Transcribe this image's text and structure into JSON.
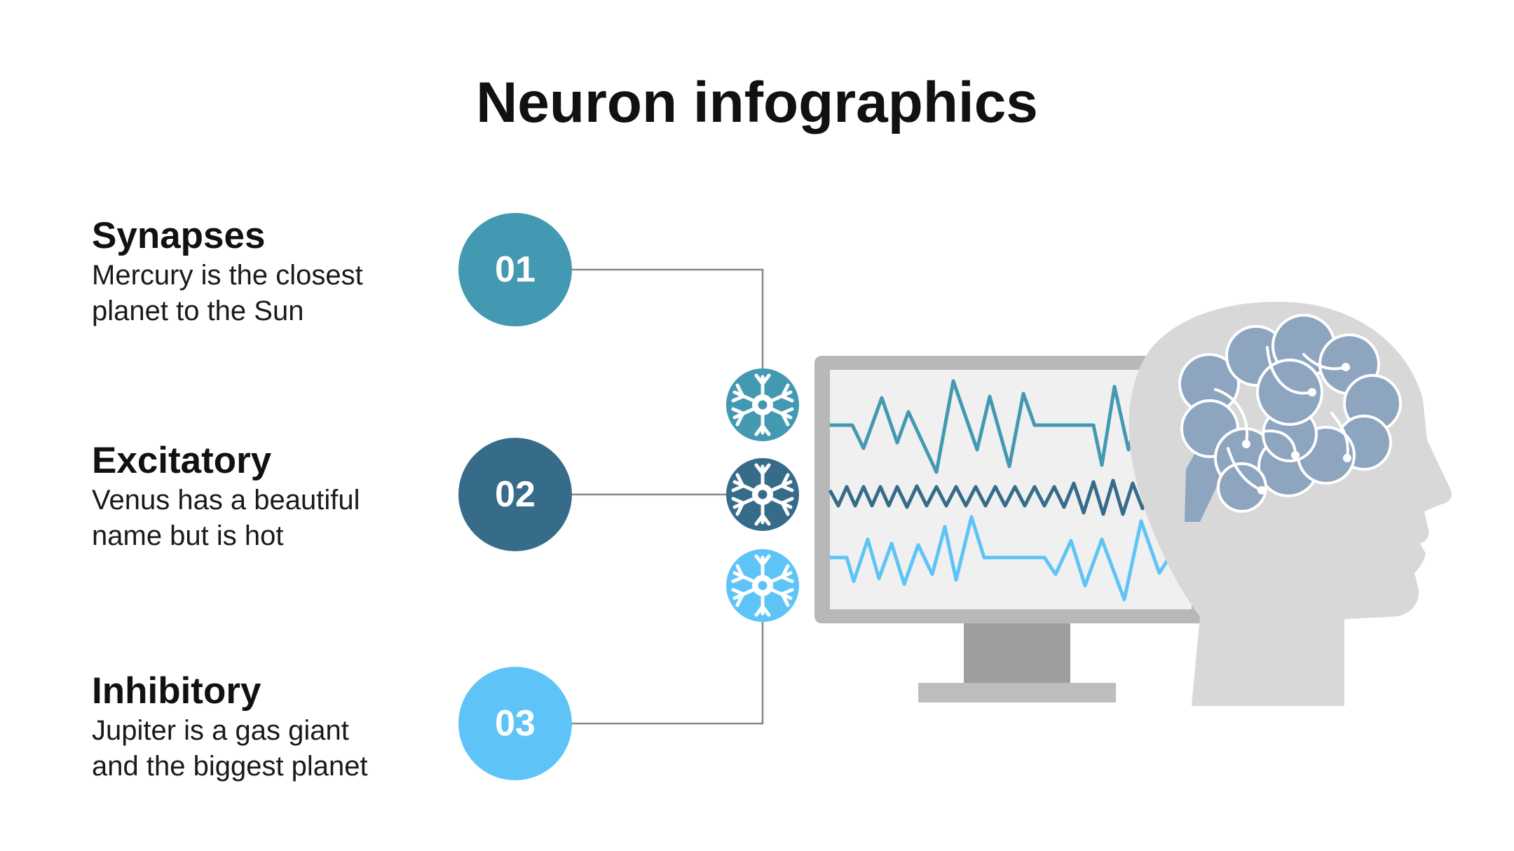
{
  "title": "Neuron infographics",
  "colors": {
    "teal": "#4399b1",
    "navy": "#366c8a",
    "sky": "#5ec4f7",
    "monitor_frame": "#b8b8b8",
    "monitor_screen": "#f0f0f0",
    "head": "#d8d8d8",
    "brain": "#8ea5c0"
  },
  "items": [
    {
      "number": "01",
      "title": "Synapses",
      "description_line1": "Mercury is the closest",
      "description_line2": "planet to the Sun",
      "neuron_icon": "neuron-icon"
    },
    {
      "number": "02",
      "title": "Excitatory",
      "description_line1": "Venus has a beautiful",
      "description_line2": "name but is hot",
      "neuron_icon": "neuron-icon"
    },
    {
      "number": "03",
      "title": "Inhibitory",
      "description_line1": "Jupiter is a gas giant",
      "description_line2": "and the biggest planet",
      "neuron_icon": "neuron-icon"
    }
  ],
  "illustration": {
    "icons": [
      "monitor-icon",
      "head-silhouette-icon",
      "brain-icon"
    ]
  }
}
